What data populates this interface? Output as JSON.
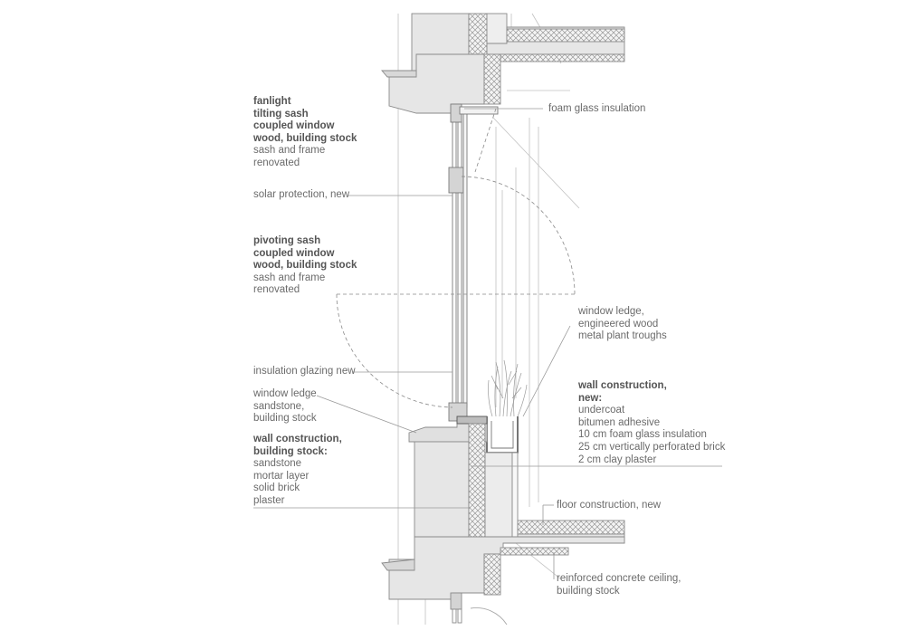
{
  "annotations": {
    "fanlight": {
      "bold": [
        "fanlight",
        "tilting sash",
        "coupled window",
        "wood, building stock"
      ],
      "normal": [
        "sash and frame",
        "renovated"
      ]
    },
    "solar_protection": "solar protection, new",
    "pivoting_sash": {
      "bold": [
        "pivoting sash",
        "coupled window",
        "wood, building stock"
      ],
      "normal": [
        "sash and frame",
        "renovated"
      ]
    },
    "insulation_glazing": "insulation glazing new",
    "window_ledge_sandstone": [
      "window ledge",
      "sandstone,",
      "building stock"
    ],
    "wall_existing": {
      "bold": [
        "wall construction,",
        "building stock:"
      ],
      "normal": [
        "sandstone",
        "mortar layer",
        "solid brick",
        "plaster"
      ]
    },
    "foam_glass": "foam glass insulation",
    "window_ledge_wood": [
      "window ledge,",
      "engineered wood",
      "metal plant troughs"
    ],
    "wall_new": {
      "bold": [
        "wall construction,",
        "new:"
      ],
      "normal": [
        "undercoat",
        "bitumen adhesive",
        "10 cm foam glass insulation",
        "25 cm vertically perforated brick",
        "2 cm clay plaster"
      ]
    },
    "floor_new": "floor construction, new",
    "concrete_ceiling": [
      "reinforced concrete ceiling,",
      "building stock"
    ]
  },
  "colors": {
    "line": "#8a8a8a",
    "fill": "#e6e6e6",
    "dark": "#5a5a5a",
    "leader": "#9a9a9a"
  }
}
